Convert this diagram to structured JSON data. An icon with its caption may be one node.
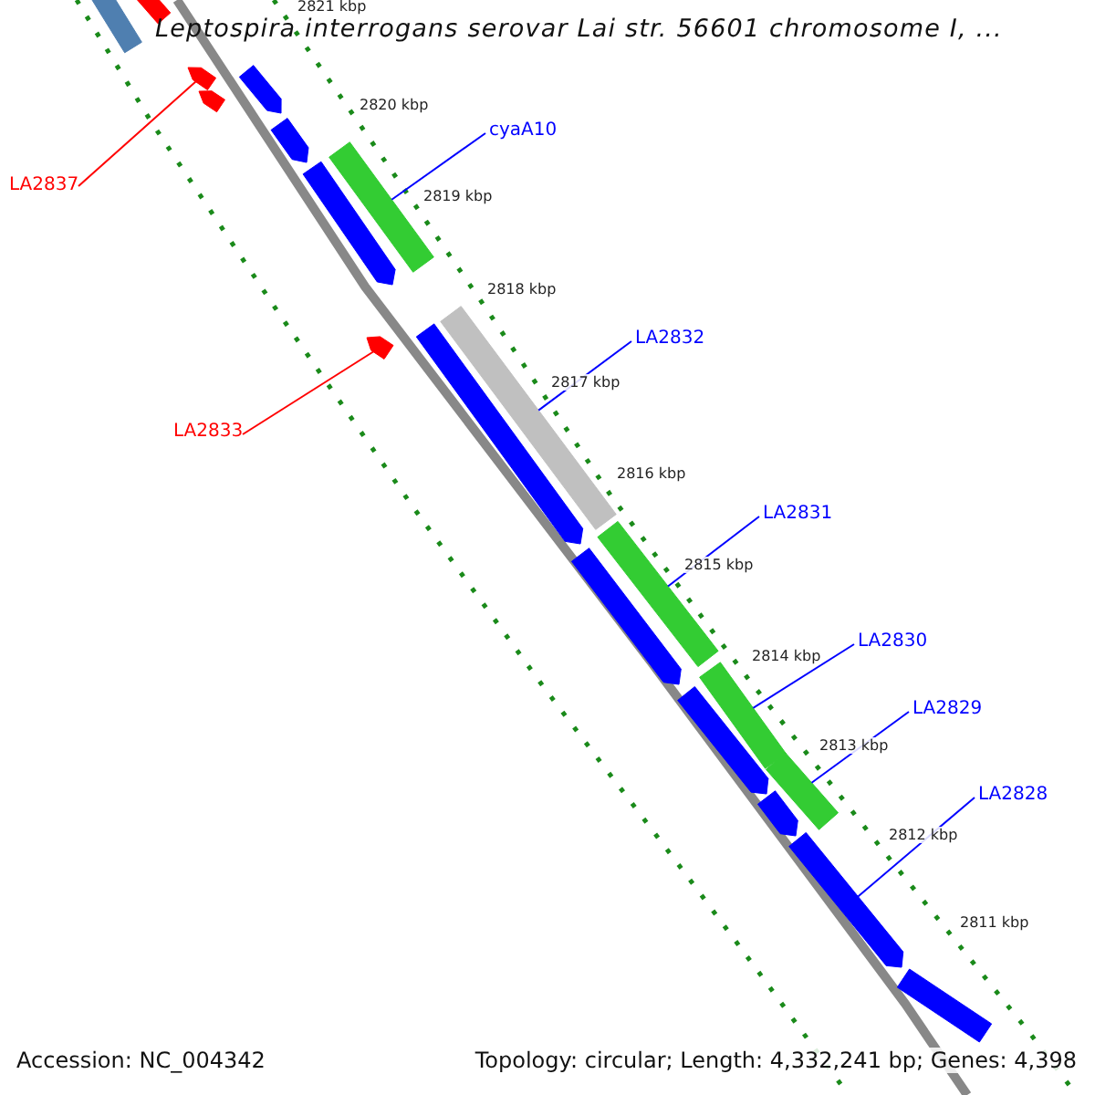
{
  "diagram": {
    "title": "Leptospira interrogans serovar Lai str. 56601 chromosome I, ...",
    "nodes": [
      {
        "text": [
          "cyaA10"
        ]
      },
      {
        "text": [
          "LA2837"
        ]
      },
      {
        "text": [
          "LA2832"
        ]
      },
      {
        "text": [
          "LA2833"
        ]
      },
      {
        "text": [
          "LA2831"
        ]
      },
      {
        "text": [
          "LA2830"
        ]
      },
      {
        "text": [
          "LA2829"
        ]
      },
      {
        "text": [
          "LA2828"
        ]
      },
      {
        "text": [],
        "shape": "bar"
      },
      {
        "text": [],
        "shape": "bar"
      },
      {
        "text": [],
        "shape": "bar"
      },
      {
        "text": [],
        "shape": "bar"
      },
      {
        "text": [],
        "shape": "bar"
      },
      {
        "text": [],
        "shape": "bar"
      },
      {
        "text": [],
        "shape": "bar"
      },
      {
        "text": [],
        "shape": "bar"
      },
      {
        "text": [],
        "shape": "bar"
      },
      {
        "text": [],
        "shape": "bar"
      },
      {
        "text": [],
        "shape": "bar"
      },
      {
        "text": [],
        "shape": "bar"
      },
      {
        "text": [],
        "shape": "bar"
      },
      {
        "text": [],
        "shape": "bar"
      },
      {
        "text": [],
        "shape": "bar"
      },
      {
        "text": [],
        "shape": "bar"
      },
      {
        "text": [],
        "shape": "bar"
      },
      {
        "text": [],
        "shape": "bar"
      },
      {
        "text": [],
        "shape": "bar"
      }
    ],
    "edges": [
      {
        "from": 0,
        "to": 14,
        "arrow": "none"
      },
      {
        "from": 1,
        "to": 10,
        "arrow": "none",
        "color": "#ff0000"
      },
      {
        "from": 2,
        "to": 17,
        "arrow": "none"
      },
      {
        "from": 3,
        "to": 16,
        "arrow": "none",
        "color": "#ff0000"
      },
      {
        "from": 4,
        "to": 19,
        "arrow": "none"
      },
      {
        "from": 5,
        "to": 21,
        "arrow": "none"
      },
      {
        "from": 6,
        "to": 23,
        "arrow": "none"
      },
      {
        "from": 7,
        "to": 25,
        "arrow": "none"
      }
    ],
    "labels": [
      "2821 kbp",
      "2820 kbp",
      "2819 kbp",
      "2818 kbp",
      "2817 kbp",
      "2816 kbp",
      "2815 kbp",
      "2814 kbp",
      "2813 kbp",
      "2812 kbp",
      "2811 kbp",
      "Accession: NC_004342",
      "Topology: circular; Length: 4,332,241 bp; Genes: 4,398"
    ]
  }
}
